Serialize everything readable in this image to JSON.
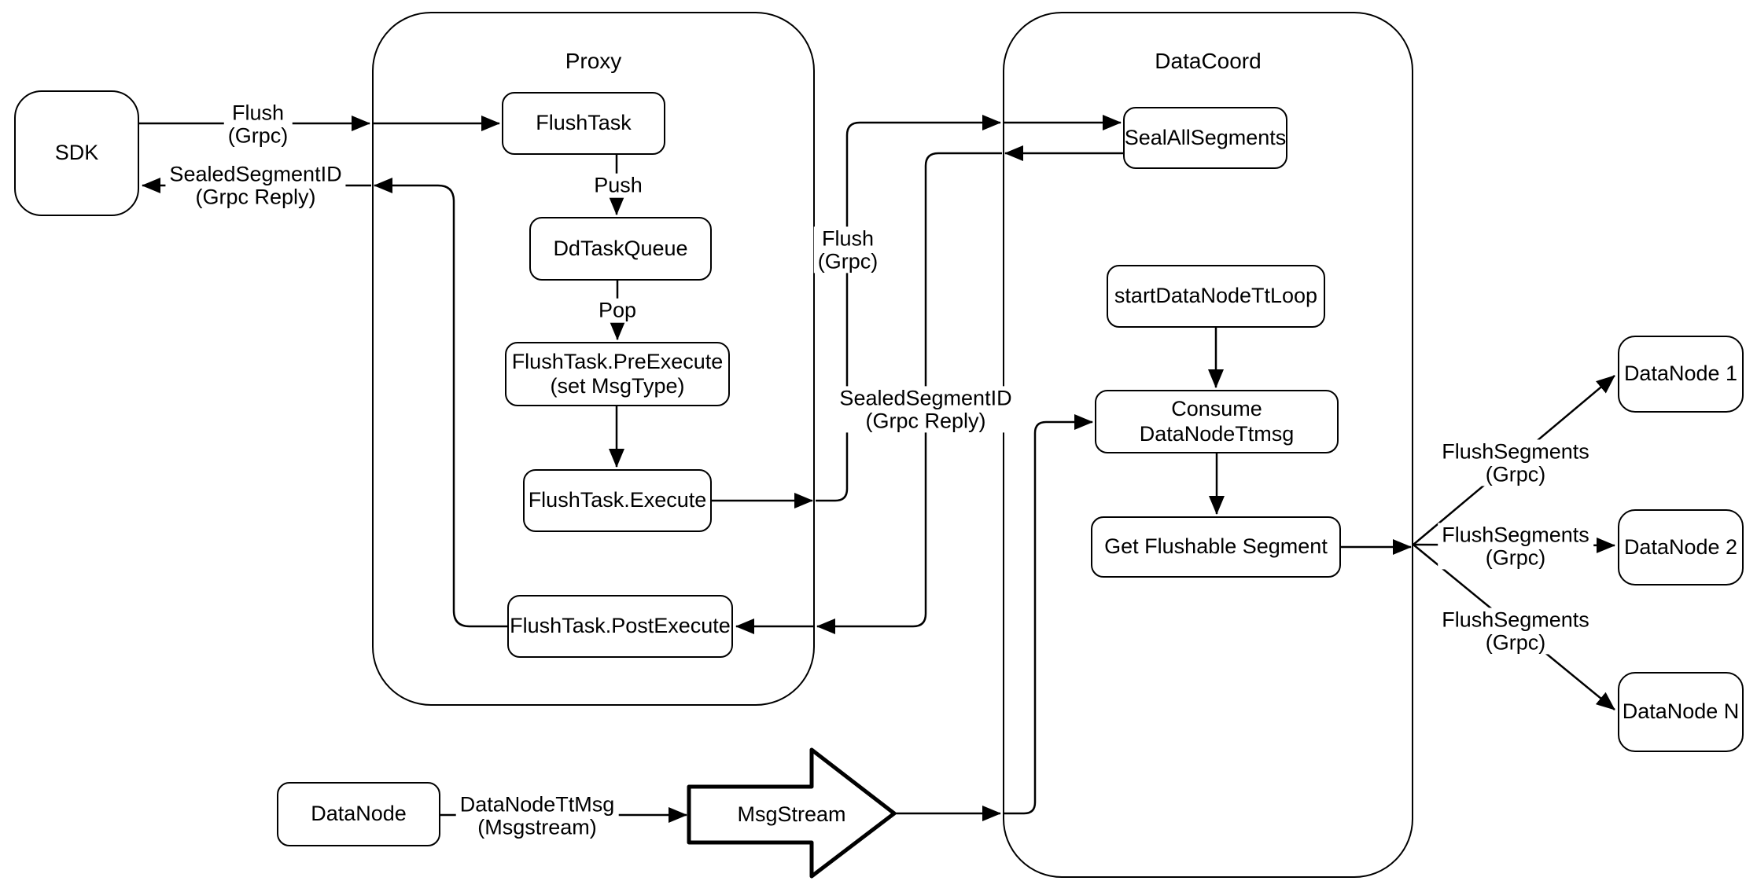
{
  "diagram": {
    "containers": {
      "proxy": {
        "title": "Proxy"
      },
      "datacoord": {
        "title": "DataCoord"
      }
    },
    "nodes": {
      "sdk": {
        "label": "SDK"
      },
      "flush_task": {
        "label": "FlushTask"
      },
      "dd_task_queue": {
        "label": "DdTaskQueue"
      },
      "flush_task_pre_execute": {
        "label": "FlushTask.PreExecute",
        "sublabel": "(set MsgType)"
      },
      "flush_task_execute": {
        "label": "FlushTask.Execute"
      },
      "flush_task_post_execute": {
        "label": "FlushTask.PostExecute"
      },
      "seal_all_segments": {
        "label": "SealAllSegments"
      },
      "start_datanode_tt_loop": {
        "label": "startDataNodeTtLoop"
      },
      "consume_datanode_ttmsg": {
        "label": "Consume DataNodeTtmsg"
      },
      "get_flushable_segment": {
        "label": "Get Flushable Segment"
      },
      "datanode_1": {
        "label": "DataNode 1"
      },
      "datanode_2": {
        "label": "DataNode 2"
      },
      "datanode_n": {
        "label": "DataNode N"
      },
      "datanode_source": {
        "label": "DataNode"
      },
      "msgstream": {
        "label": "MsgStream"
      }
    },
    "edge_labels": {
      "flush_sdk_to_proxy": {
        "label": "Flush",
        "sublabel": "(Grpc)"
      },
      "sealed_segment_id_to_sdk": {
        "label": "SealedSegmentID",
        "sublabel": "(Grpc Reply)"
      },
      "push": {
        "label": "Push"
      },
      "pop": {
        "label": "Pop"
      },
      "flush_proxy_to_datacoord": {
        "label": "Flush",
        "sublabel": "(Grpc)"
      },
      "sealed_segment_id_reply": {
        "label": "SealedSegmentID",
        "sublabel": "(Grpc Reply)"
      },
      "flush_segments_1": {
        "label": "FlushSegments",
        "sublabel": "(Grpc)"
      },
      "flush_segments_2": {
        "label": "FlushSegments",
        "sublabel": "(Grpc)"
      },
      "flush_segments_3": {
        "label": "FlushSegments",
        "sublabel": "(Grpc)"
      },
      "datanode_ttmsg": {
        "label": "DataNodeTtMsg",
        "sublabel": "(Msgstream)"
      }
    },
    "colors": {
      "stroke": "#000000",
      "fill": "#ffffff",
      "background": "#ffffff"
    }
  }
}
